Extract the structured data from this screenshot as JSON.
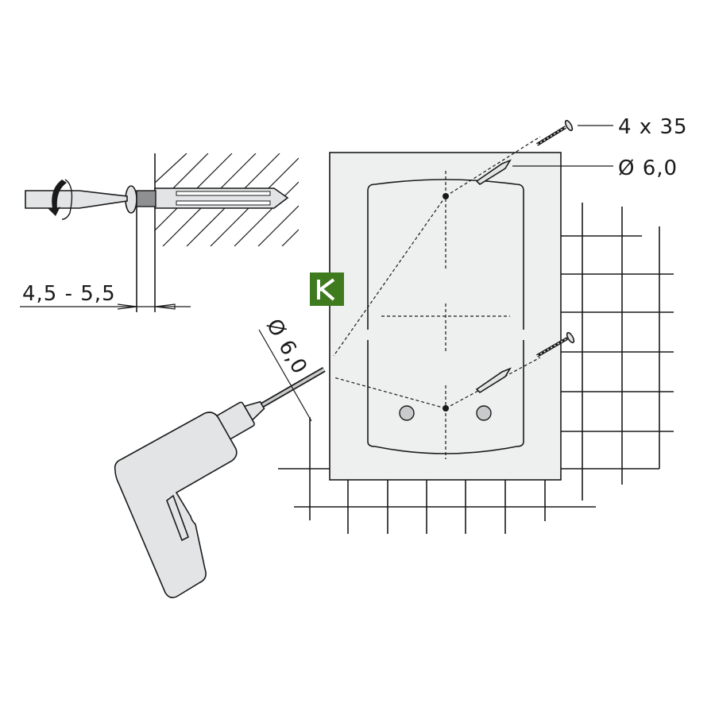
{
  "labels": {
    "screw_size": "4 x 35",
    "dowel_diameter": "Ø 6,0",
    "drill_diameter": "Ø 6,0",
    "gap_range": "4,5 - 5,5"
  },
  "logo": {
    "letter": "K",
    "color": "#3f7a1f"
  },
  "colors": {
    "panel": "#eeefef",
    "part": "#e2e4e5",
    "line": "#1a1a1a"
  }
}
